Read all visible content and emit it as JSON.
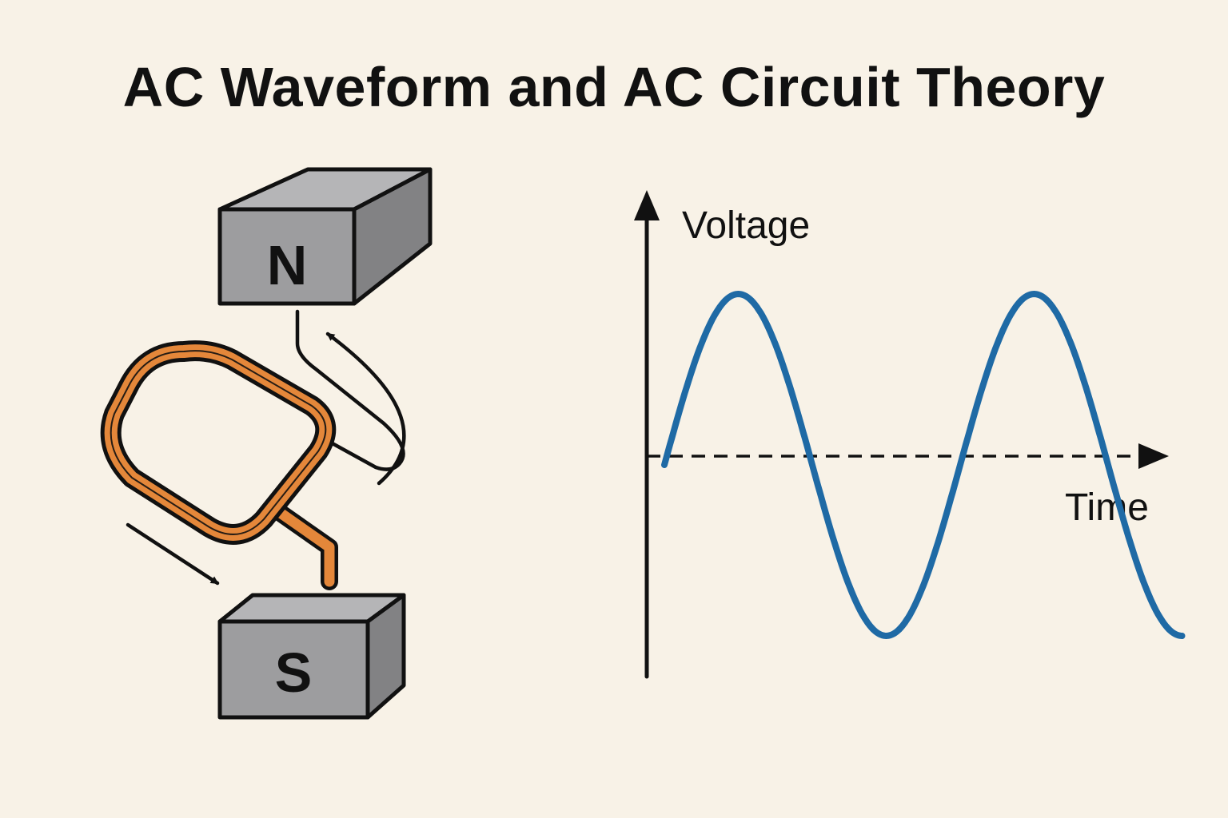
{
  "title": "AC Waveform and AC Circuit Theory",
  "generator": {
    "north_pole_label": "N",
    "south_pole_label": "S",
    "magnet_colors": {
      "front": "#9d9d9f",
      "top": "#b5b5b7",
      "side": "#828284"
    },
    "coil_color": "#e4873a"
  },
  "graph": {
    "y_axis_label": "Voltage",
    "x_axis_label": "Time",
    "wave_color": "#1f6aa5",
    "waveform": "sine",
    "cycles_shown": 1.75
  }
}
